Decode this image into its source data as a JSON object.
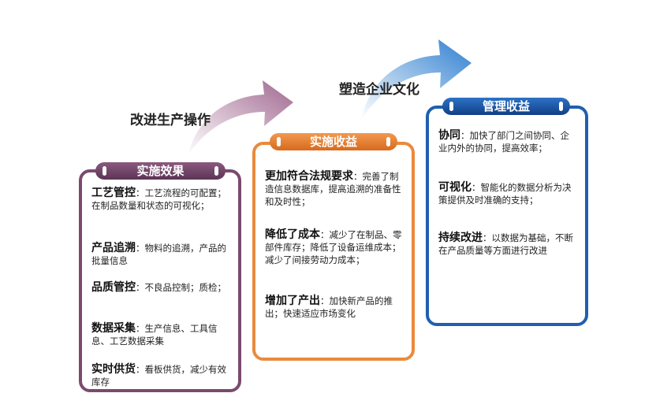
{
  "captions": {
    "arrow1": "改进生产操作",
    "arrow2": "塑造企业文化"
  },
  "colors": {
    "box1": "#7b4a6e",
    "box2": "#e98a3c",
    "box3": "#1f5fb0",
    "arrow1": "#a06890",
    "arrow2": "#2f7fd0"
  },
  "boxes": [
    {
      "title": "实施效果",
      "items": [
        {
          "keyword": "工艺管控",
          "text": "：工艺流程的可配置；在制品数量和状态的可视化；"
        },
        {
          "keyword": "产品追溯",
          "text": "：物料的追溯，产品的批量信息"
        },
        {
          "keyword": "品质管控",
          "text": "：不良品控制；质检；"
        },
        {
          "keyword": "数据采集",
          "text": "：生产信息、工具信息、工艺数据采集"
        },
        {
          "keyword": "实时供货",
          "text": "：看板供货，减少有效库存"
        }
      ]
    },
    {
      "title": "实施收益",
      "items": [
        {
          "keyword": "更加符合法规要求",
          "text": "：完善了制造信息数据库，提高追溯的准备性和及时性；"
        },
        {
          "keyword": "降低了成本",
          "text": "：减少了在制品、零部件库存；降低了设备运维成本；减少了间接劳动力成本；"
        },
        {
          "keyword": "增加了产出",
          "text": "：加快新产品的推出；快速适应市场变化"
        }
      ]
    },
    {
      "title": "管理收益",
      "items": [
        {
          "keyword": "协同",
          "text": "：加快了部门之间协同、企业内外的协同，提高效率；"
        },
        {
          "keyword": "可视化",
          "text": "：智能化的数据分析为决策提供及时准确的支持；"
        },
        {
          "keyword": "持续改进",
          "text": "：以数据为基础，不断在产品质量等方面进行改进"
        }
      ]
    }
  ]
}
